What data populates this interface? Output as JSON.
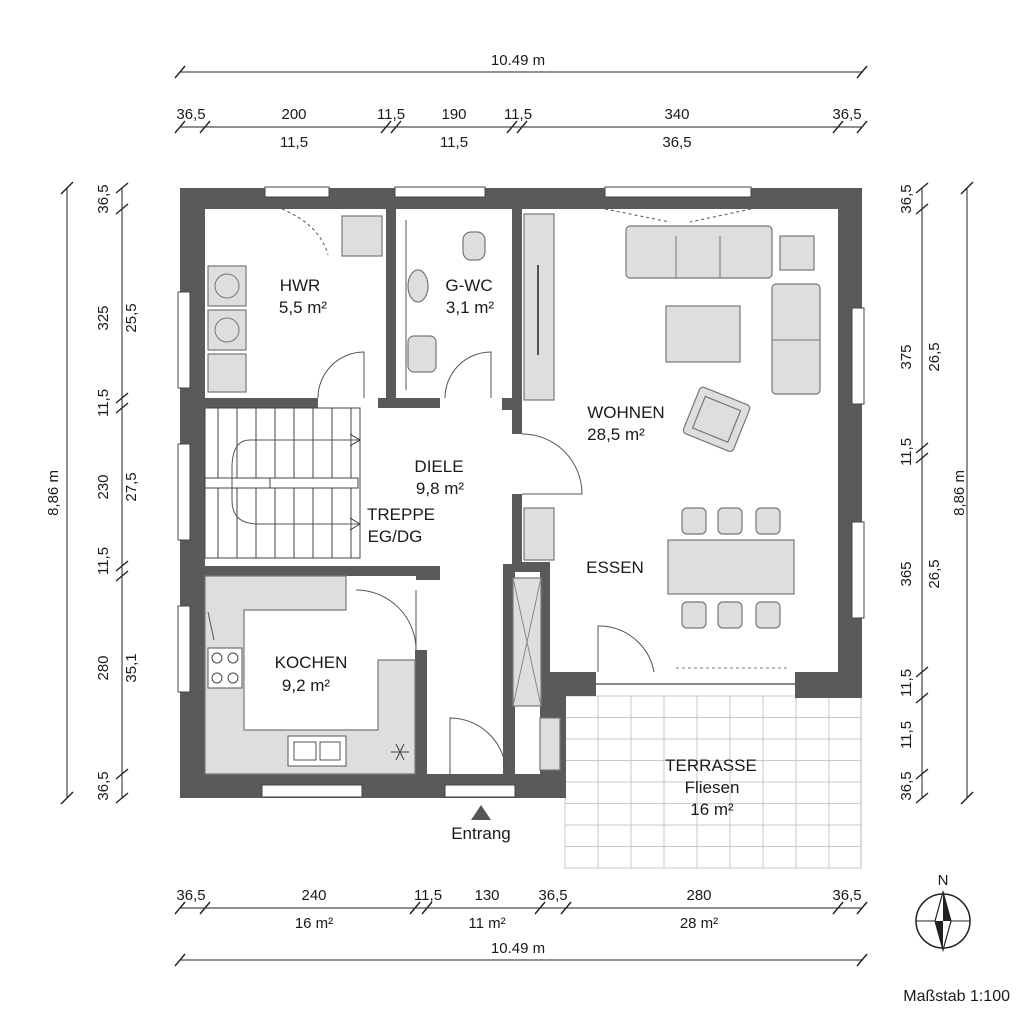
{
  "rooms": {
    "hwr": {
      "name": "HWR",
      "area": "5,5 m²"
    },
    "gwc": {
      "name": "G-WC",
      "area": "3,1 m²"
    },
    "wohnen": {
      "name": "WOHNEN",
      "area": "28,5 m²"
    },
    "diele": {
      "name": "DIELE",
      "area": "9,8 m²"
    },
    "treppe": {
      "name": "TREPPE",
      "sub": "EG/DG"
    },
    "essen": {
      "name": "ESSEN"
    },
    "kochen": {
      "name": "KOCHEN",
      "area": "9,2 m²"
    },
    "terrasse": {
      "name": "TERRASSE",
      "sub": "Fliesen",
      "area": "16 m²"
    }
  },
  "entrance_label": "Entrang",
  "north_label": "N",
  "scale_label": "Maßstab 1:100",
  "dimensions": {
    "top_total": "10.49 m",
    "top_segments": [
      "36,5",
      "200",
      "11,5",
      "190",
      "11,5",
      "340",
      "36,5"
    ],
    "top_sub": [
      "11,5",
      "11,5",
      "36,5"
    ],
    "bottom_segments": [
      "36,5",
      "240",
      "11,5",
      "130",
      "36,5",
      "280",
      "36,5"
    ],
    "bottom_sub": [
      "16 m²",
      "11 m²",
      "28 m²"
    ],
    "bottom_total": "10.49 m",
    "left_total": "8,86 m",
    "left_outer": [
      "36,5",
      "325",
      "11,5",
      "230",
      "11,5",
      "280",
      "36,5"
    ],
    "left_inner": [
      "25,5",
      "27,5",
      "35,1"
    ],
    "right_total": "8,86 m",
    "right_outer": [
      "36,5",
      "375",
      "11,5",
      "365",
      "11,5",
      "11,5",
      "36,5"
    ],
    "right_inner": [
      "26,5",
      "26,5"
    ]
  },
  "colors": {
    "wall": "#5a5a5a",
    "furniture": "#dedede",
    "tile_lines": "#c9c9c9"
  }
}
